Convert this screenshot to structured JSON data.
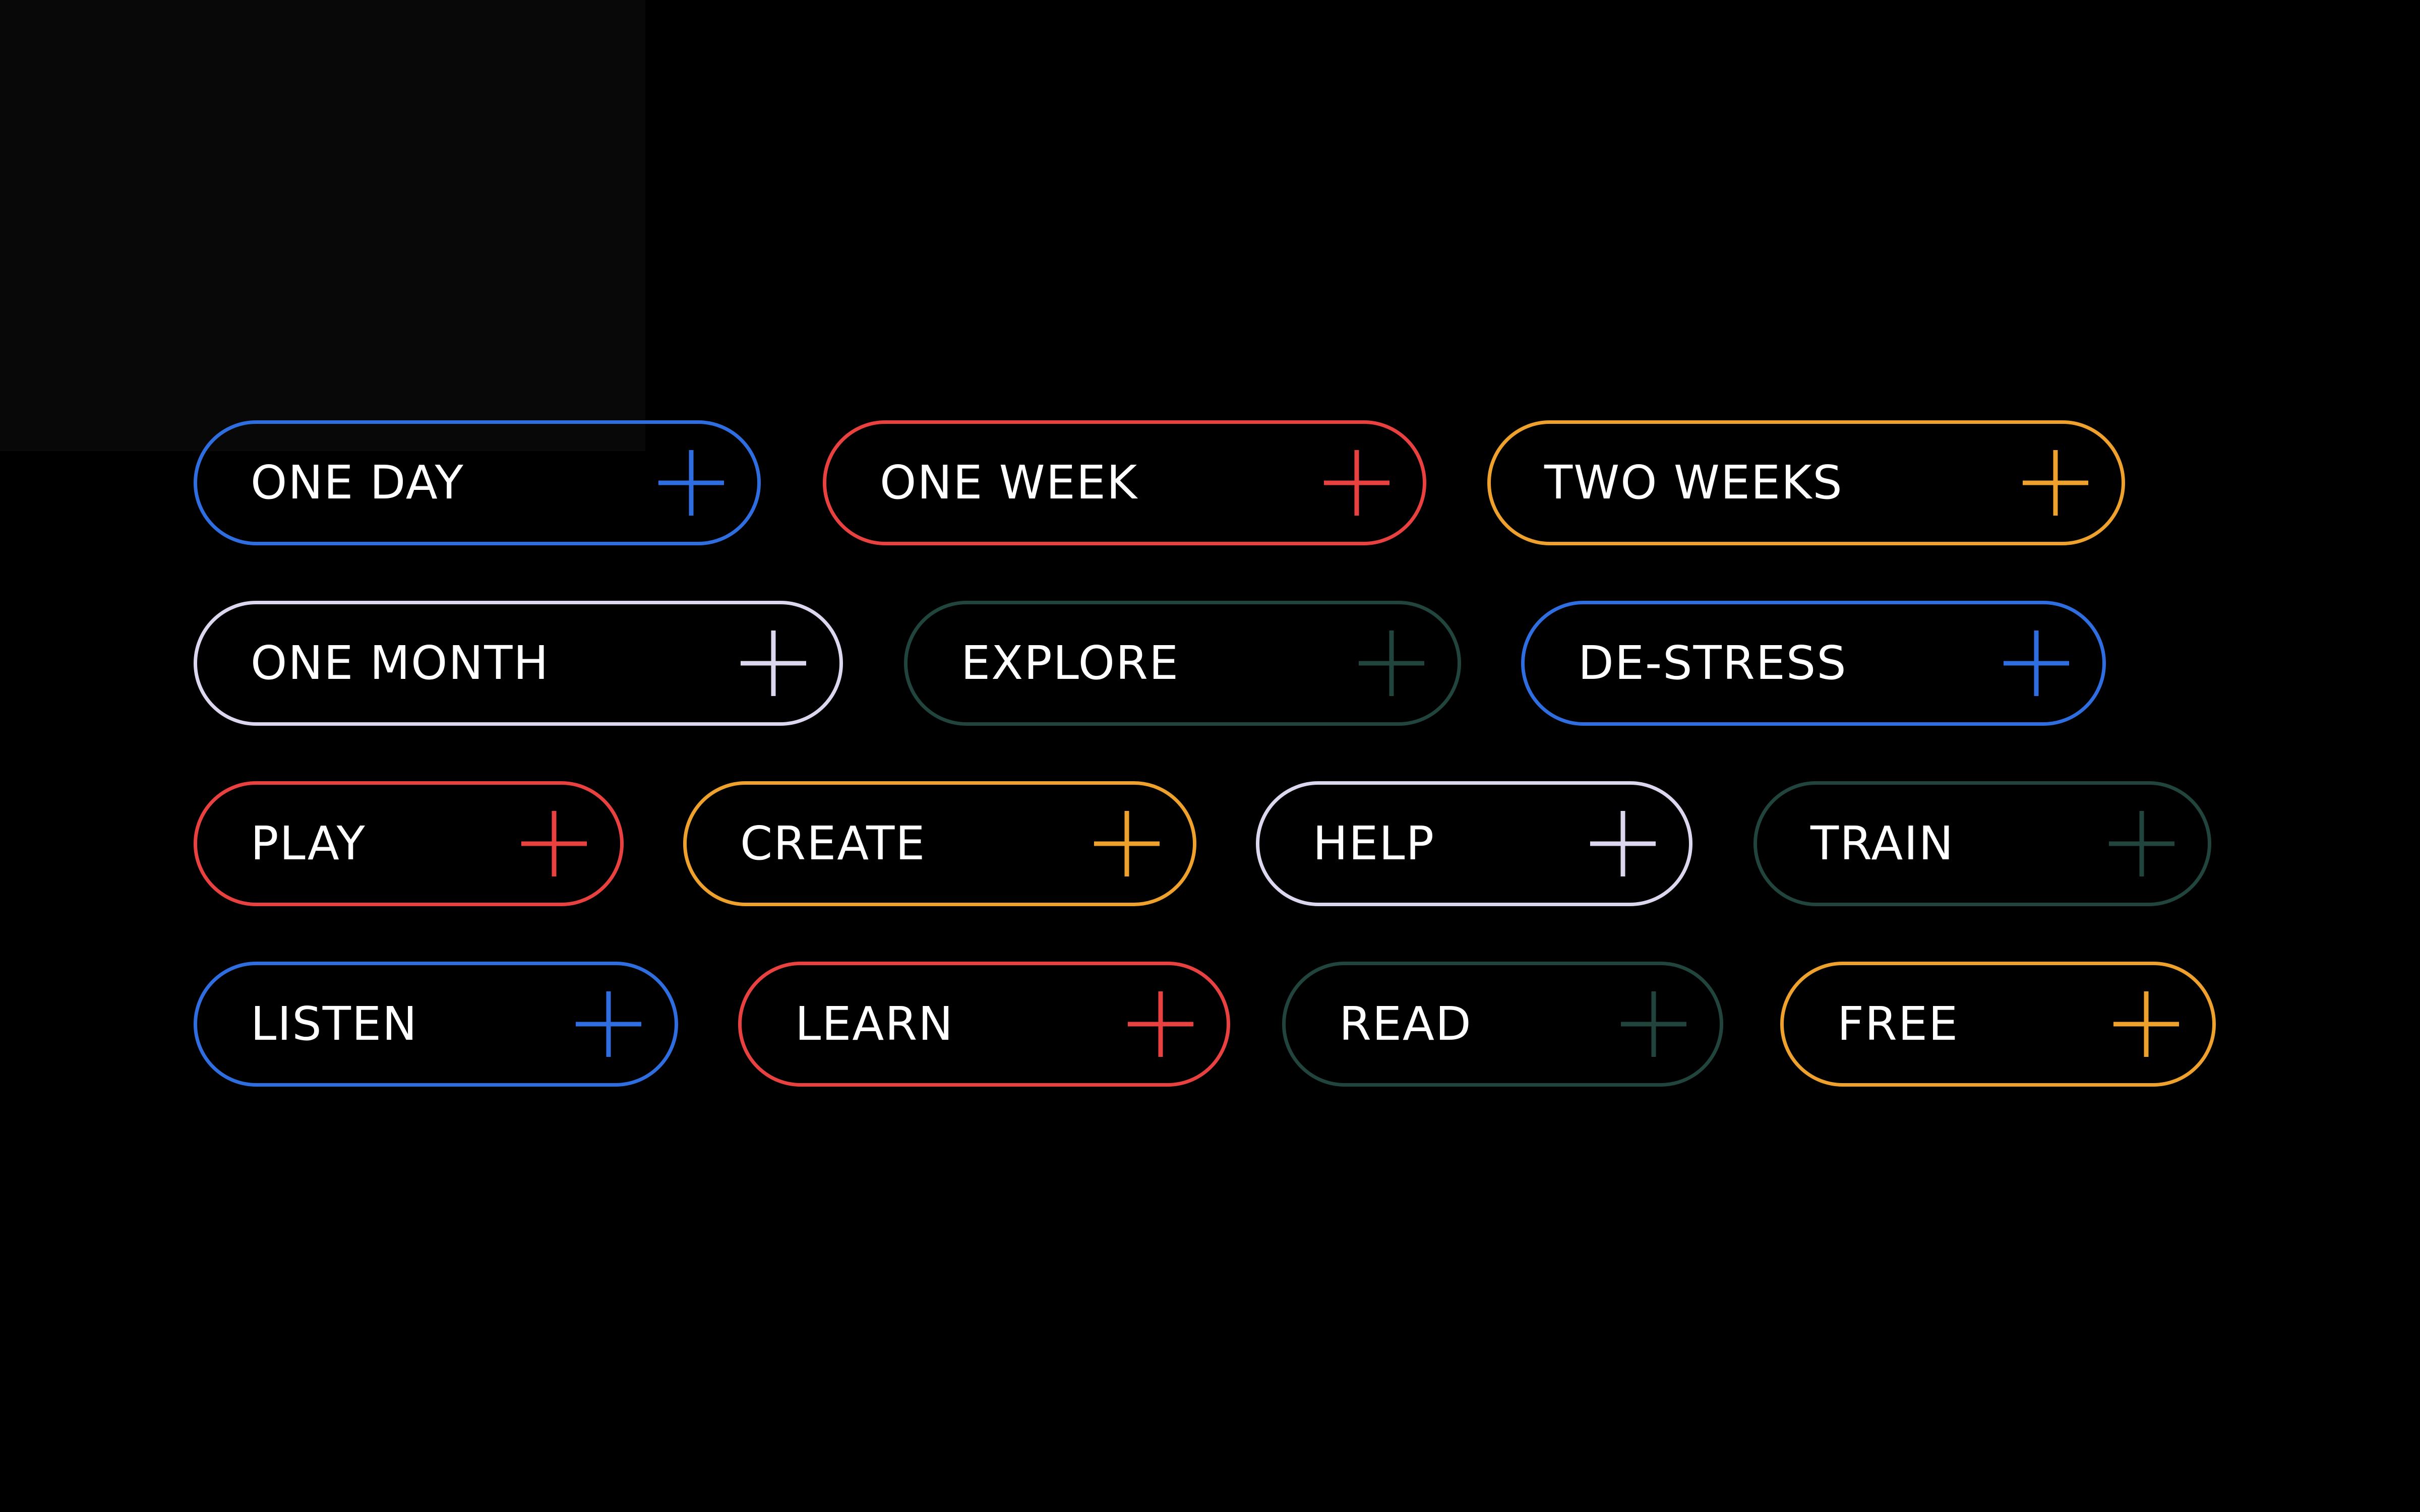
{
  "colors": {
    "background": "#000000",
    "panel": "#080808",
    "blue": "#2f6ee0",
    "red": "#e8413f",
    "orange": "#eea12c",
    "lavender": "#dcd6ee",
    "teal": "#21443d",
    "text": "#ffffff"
  },
  "chips": [
    [
      {
        "label": "ONE DAY",
        "color": "#2f6ee0",
        "icon": "plus-icon"
      },
      {
        "label": "ONE WEEK",
        "color": "#e8413f",
        "icon": "plus-icon"
      },
      {
        "label": "TWO WEEKS",
        "color": "#eea12c",
        "icon": "plus-icon"
      }
    ],
    [
      {
        "label": "ONE MONTH",
        "color": "#dcd6ee",
        "icon": "plus-icon"
      },
      {
        "label": "EXPLORE",
        "color": "#21443d",
        "icon": "plus-icon"
      },
      {
        "label": "DE-STRESS",
        "color": "#2f6ee0",
        "icon": "plus-icon"
      }
    ],
    [
      {
        "label": "PLAY",
        "color": "#e8413f",
        "icon": "plus-icon"
      },
      {
        "label": "CREATE",
        "color": "#eea12c",
        "icon": "plus-icon"
      },
      {
        "label": "HELP",
        "color": "#dcd6ee",
        "icon": "plus-icon"
      },
      {
        "label": "TRAIN",
        "color": "#21443d",
        "icon": "plus-icon"
      }
    ],
    [
      {
        "label": "LISTEN",
        "color": "#2f6ee0",
        "icon": "plus-icon"
      },
      {
        "label": "LEARN",
        "color": "#e8413f",
        "icon": "plus-icon"
      },
      {
        "label": "READ",
        "color": "#21443d",
        "icon": "plus-icon"
      },
      {
        "label": "FREE",
        "color": "#eea12c",
        "icon": "plus-icon"
      }
    ]
  ]
}
